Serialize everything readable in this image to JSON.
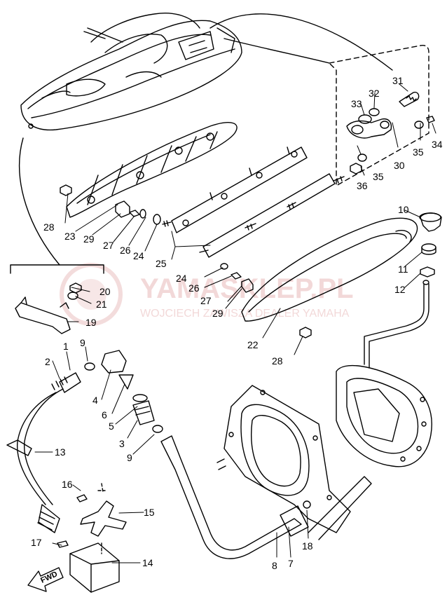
{
  "diagram": {
    "part_numbers": [
      "1",
      "2",
      "3",
      "4",
      "5",
      "6",
      "7",
      "8",
      "9",
      "9",
      "10",
      "11",
      "12",
      "13",
      "14",
      "15",
      "16",
      "17",
      "18",
      "19",
      "20",
      "21",
      "22",
      "23",
      "24",
      "24",
      "25",
      "26",
      "26",
      "27",
      "27",
      "28",
      "28",
      "29",
      "29",
      "30",
      "31",
      "32",
      "33",
      "34",
      "35",
      "35",
      "36"
    ],
    "fwd_label": "FWD"
  },
  "watermark": {
    "title": "YAMASKLEP.PL",
    "subtitle": "WOJCIECH ZAWISZA DEALER YAMAHA"
  },
  "colors": {
    "line": "#000000",
    "background": "#ffffff",
    "watermark": "#e8b9b9"
  }
}
